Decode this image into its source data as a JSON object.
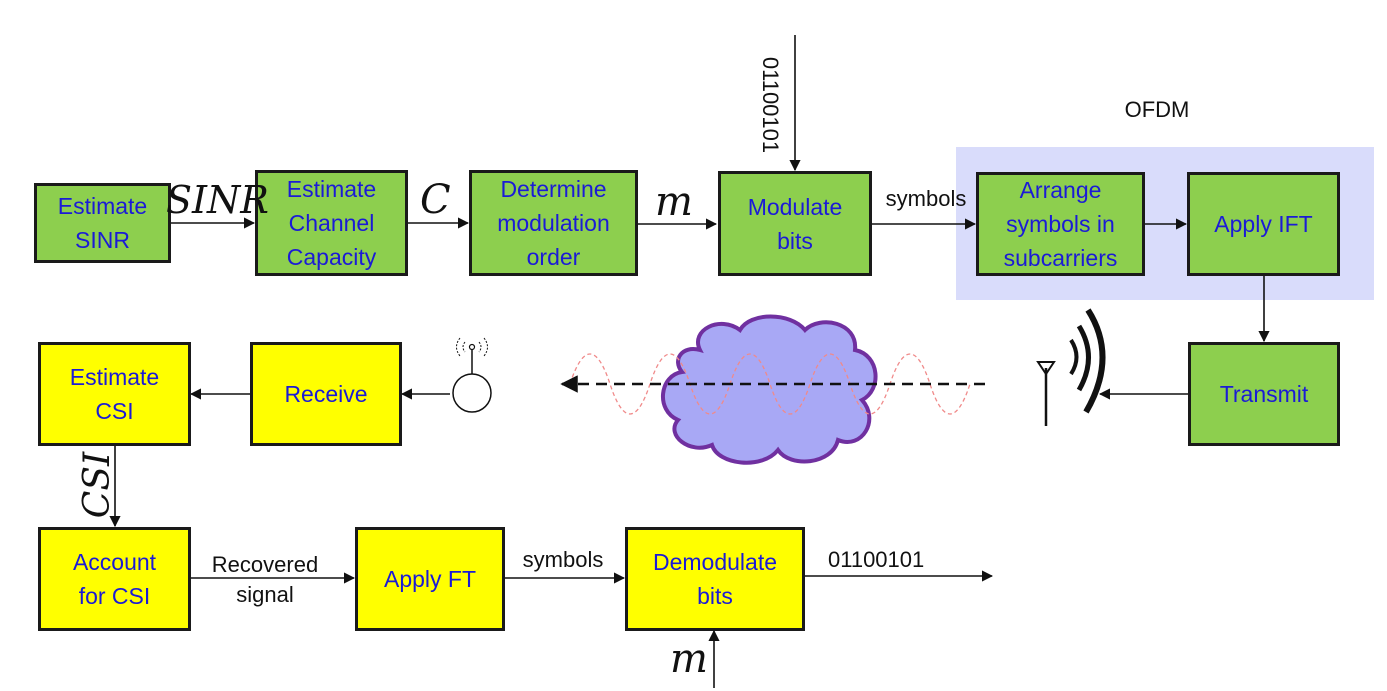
{
  "blocks": {
    "estimate_sinr": "Estimate\nSINR",
    "estimate_capacity": "Estimate\nChannel\nCapacity",
    "determine_order": "Determine\nmodulation\norder",
    "modulate": "Modulate\nbits",
    "arrange": "Arrange\nsymbols in\nsubcarriers",
    "apply_ift": "Apply IFT",
    "transmit": "Transmit",
    "receive": "Receive",
    "estimate_csi": "Estimate\nCSI",
    "account_csi": "Account\nfor CSI",
    "apply_ft": "Apply FT",
    "demodulate": "Demodulate\nbits"
  },
  "labels": {
    "ofdm": "OFDM",
    "bits_in": "01100101",
    "bits_out": "01100101",
    "symbols_top": "symbols",
    "symbols_bottom": "symbols",
    "recovered_signal": "Recovered\nsignal",
    "sinr": "SINR",
    "capacity": "C",
    "order_top": "m",
    "order_bottom": "m",
    "csi": "CSI"
  },
  "colors": {
    "transmitter_block": "#8dcf4e",
    "receiver_block": "#ffff00",
    "block_text": "#1b1bd6",
    "ofdm_region": "#d9dcfb",
    "cloud_fill": "#a8a8f5",
    "cloud_outline": "#7030a0",
    "wave": "#f08a8a"
  },
  "icons": {
    "channel": "cloud-icon",
    "transmit_antenna": "antenna-icon",
    "receive_antenna": "receiver-antenna-icon"
  }
}
